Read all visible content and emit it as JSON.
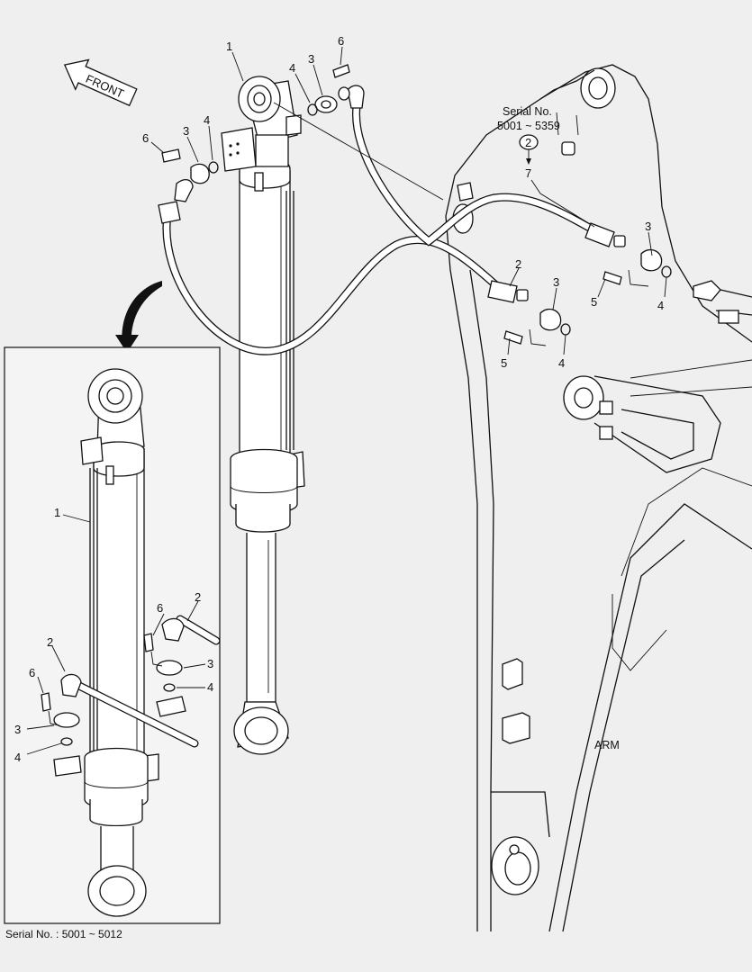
{
  "diagram": {
    "direction_label": "FRONT",
    "serial_main": {
      "line1": "Serial No.",
      "line2": "5001 ~ 5359"
    },
    "serial_inset": "Serial No. : 5001 ~ 5012",
    "arm_label": "ARM",
    "circled_callout": "2",
    "callouts": {
      "main_1": "1",
      "main_6_top": "6",
      "main_3_top": "3",
      "main_4_top": "4",
      "main_6_left": "6",
      "main_3_left": "3",
      "main_4_left": "4",
      "main_7": "7",
      "main_3_r1": "3",
      "main_5_r1": "5",
      "main_4_r1": "4",
      "main_2": "2",
      "main_3_r2": "3",
      "main_5_r2": "5",
      "main_4_r2": "4",
      "inset_1": "1",
      "inset_6a": "6",
      "inset_2a": "2",
      "inset_3a": "3",
      "inset_4a": "4",
      "inset_2b": "2",
      "inset_6b": "6",
      "inset_3b": "3",
      "inset_4b": "4"
    }
  }
}
